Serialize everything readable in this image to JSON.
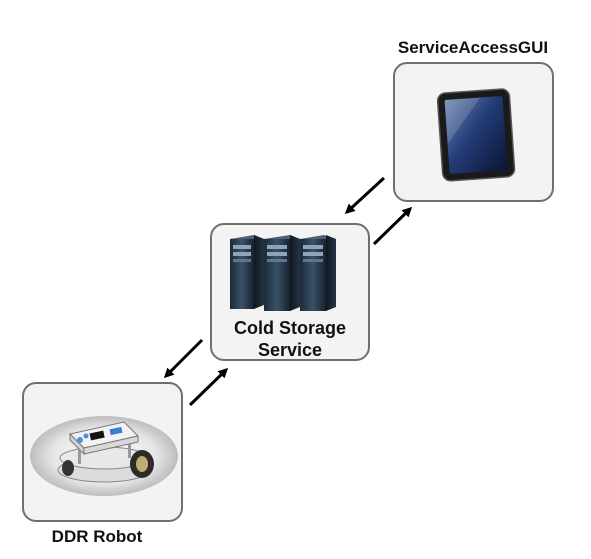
{
  "nodes": {
    "gui": {
      "label": "ServiceAccessGUI",
      "icon": "tablet-icon"
    },
    "storage": {
      "label_line1": "Cold Storage",
      "label_line2": "Service",
      "icon": "server-rack-icon"
    },
    "robot": {
      "label": "DDR Robot",
      "icon": "robot-icon"
    }
  },
  "colors": {
    "box_fill": "#f3f3f3",
    "box_border": "#6f6f6f",
    "arrow": "#000000"
  }
}
